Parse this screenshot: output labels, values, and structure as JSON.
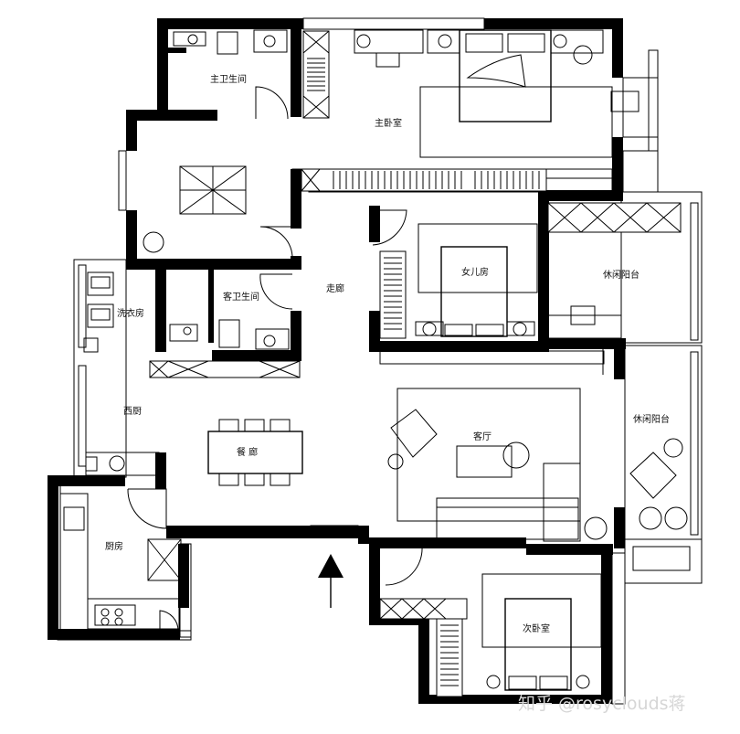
{
  "rooms": {
    "master_bath": "主卫生间",
    "master_bedroom": "主卧室",
    "daughter_room": "女儿房",
    "leisure_balcony_top": "休闲阳台",
    "corridor": "走廊",
    "guest_bath": "客卫生间",
    "laundry": "洗衣房",
    "western_kitchen": "西厨",
    "dining": "餐  廊",
    "living": "客厅",
    "leisure_balcony_right": "休闲阳台",
    "kitchen": "厨房",
    "second_bedroom": "次卧室"
  },
  "watermark": "知乎 @rosyclouds蒋",
  "colors": {
    "wall": "#000000",
    "background": "#ffffff",
    "watermark": "#d6d6d6"
  }
}
